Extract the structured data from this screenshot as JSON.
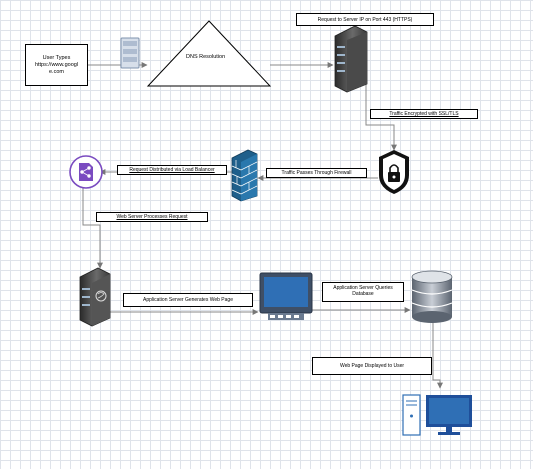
{
  "user_box": {
    "line1": "User Types",
    "line2": "https://www.googl",
    "line3": "e.com"
  },
  "dns": {
    "label": "DNS Resolution"
  },
  "steps": {
    "request_port": "Request to Server IP on Port 443 (HTTPS)",
    "tls": "Traffic Encrypted with SSL/TLS",
    "firewall": "Traffic Passes Through Firewall",
    "load_balancer": "Request Distributed via Load Balancer",
    "web_server": "Web Server Processes Request",
    "app_server": "Application Server Generates Web Page",
    "db_query_line1": "Application Server Queries",
    "db_query_line2": "Database",
    "displayed": "Web Page Displayed to User"
  },
  "colors": {
    "firewall": "#1f5f8b",
    "load_balancer": "#7a4bc0",
    "server_dark": "#3a3a3a",
    "monitor_blue": "#2f6fb5",
    "database": "#6b7480",
    "connector": "#888888"
  }
}
